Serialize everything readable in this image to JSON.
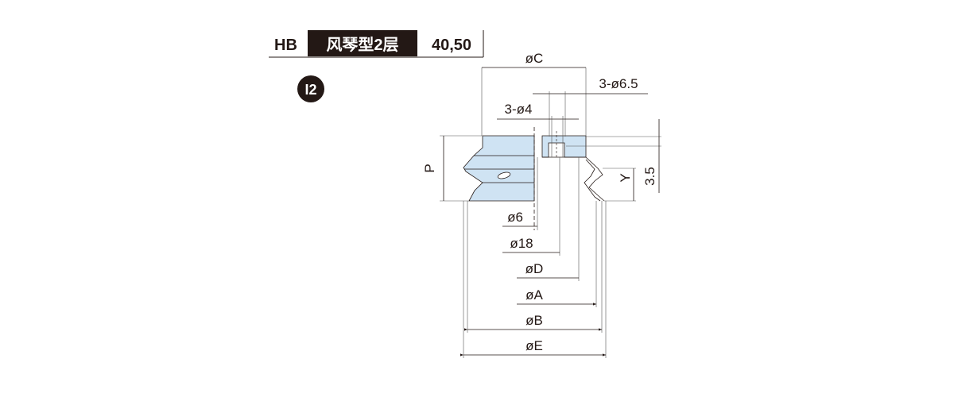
{
  "header": {
    "series": "HB",
    "type": "风琴型2层",
    "sizes": "40,50"
  },
  "badge": "I2",
  "dimensions": {
    "c": "øC",
    "hole_outer": "3-ø6.5",
    "hole_inner": "3-ø4",
    "p": "P",
    "y": "Y",
    "offset": "3.5",
    "d6": "ø6",
    "d18": "ø18",
    "d": "øD",
    "a": "øA",
    "b": "øB",
    "e": "øE"
  },
  "colors": {
    "fill": "#cfe3f3",
    "ink": "#231815"
  }
}
